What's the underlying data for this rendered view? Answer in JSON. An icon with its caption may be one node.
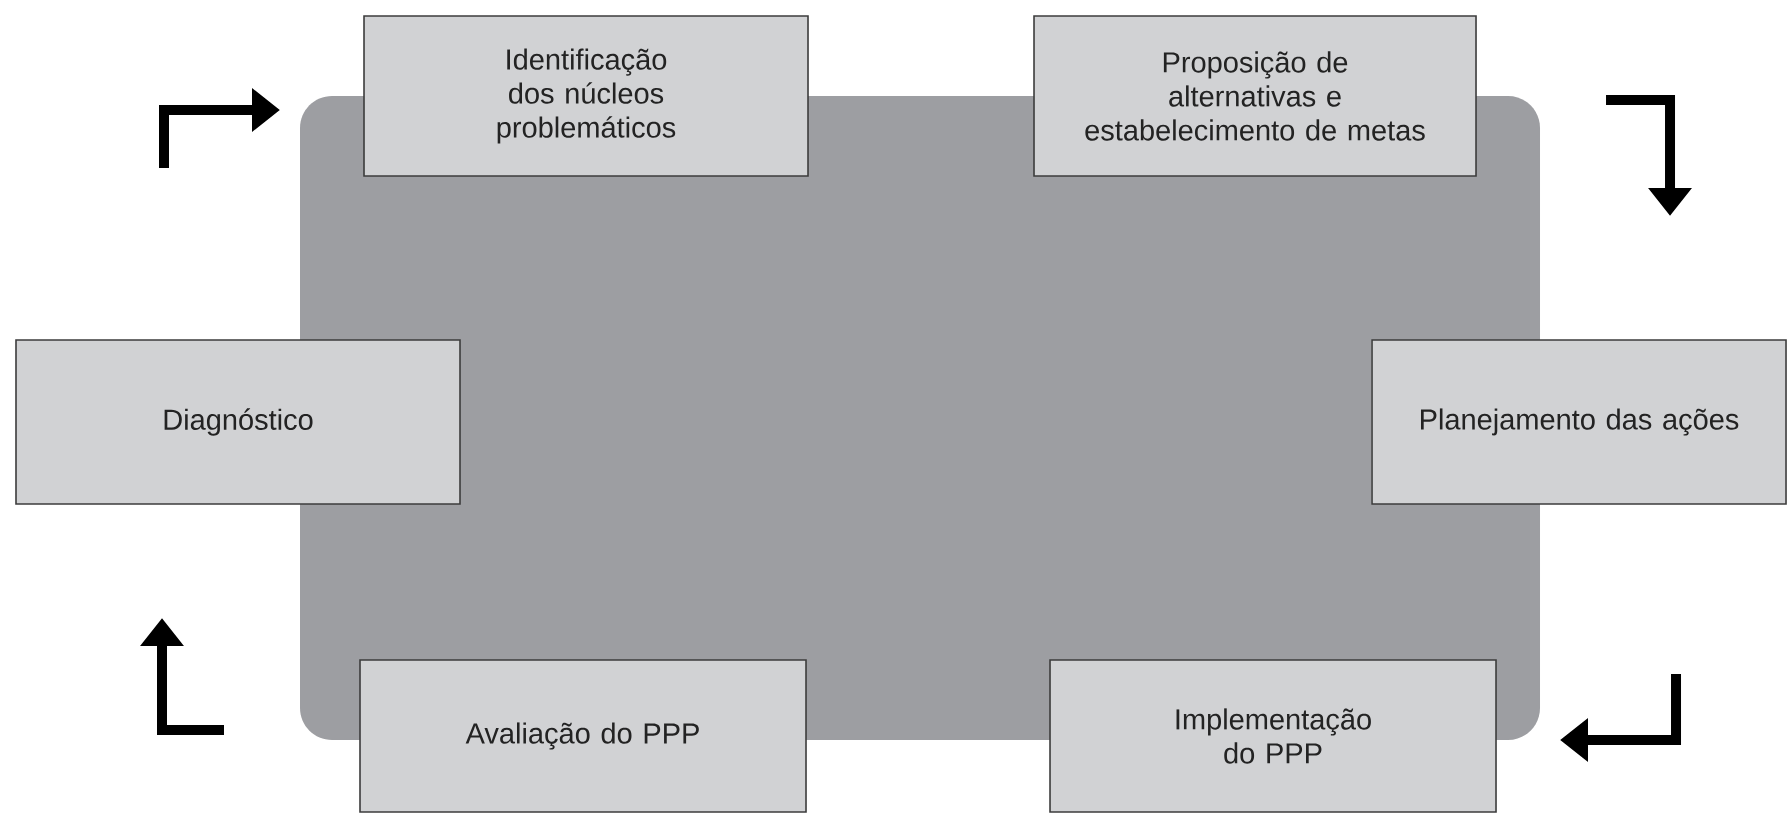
{
  "diagram": {
    "nodes": [
      {
        "text": [
          "Identificação dos núcleos problemáticos"
        ]
      },
      {
        "text": [
          "Proposição de alternativas e estabelecimento de metas"
        ]
      },
      {
        "text": [
          "Diagnóstico"
        ]
      },
      {
        "text": [
          "Planejamento das ações"
        ]
      },
      {
        "text": [
          "Avaliação do PPP"
        ]
      },
      {
        "text": [
          "Implementação do PPP"
        ]
      }
    ]
  }
}
